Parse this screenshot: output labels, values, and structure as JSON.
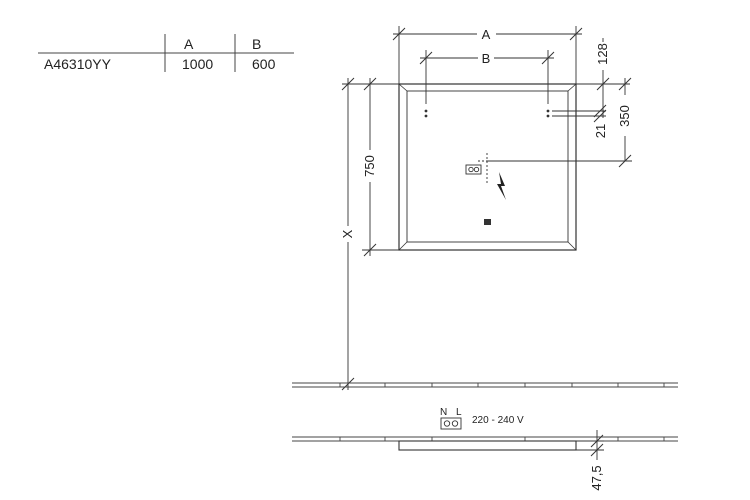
{
  "spec_table": {
    "headers": [
      "",
      "A",
      "B"
    ],
    "rows": [
      {
        "model": "A46310YY",
        "a": "1000",
        "b": "600"
      }
    ]
  },
  "dimensions": {
    "width_outer": "A",
    "width_inner": "B",
    "height": "750",
    "top_offset": "128",
    "side_offset": "350",
    "small_offset": "21",
    "floor_distance": "X",
    "depth": "47,5"
  },
  "power": {
    "neutral": "N",
    "live": "L",
    "voltage": "220 - 240 V"
  }
}
